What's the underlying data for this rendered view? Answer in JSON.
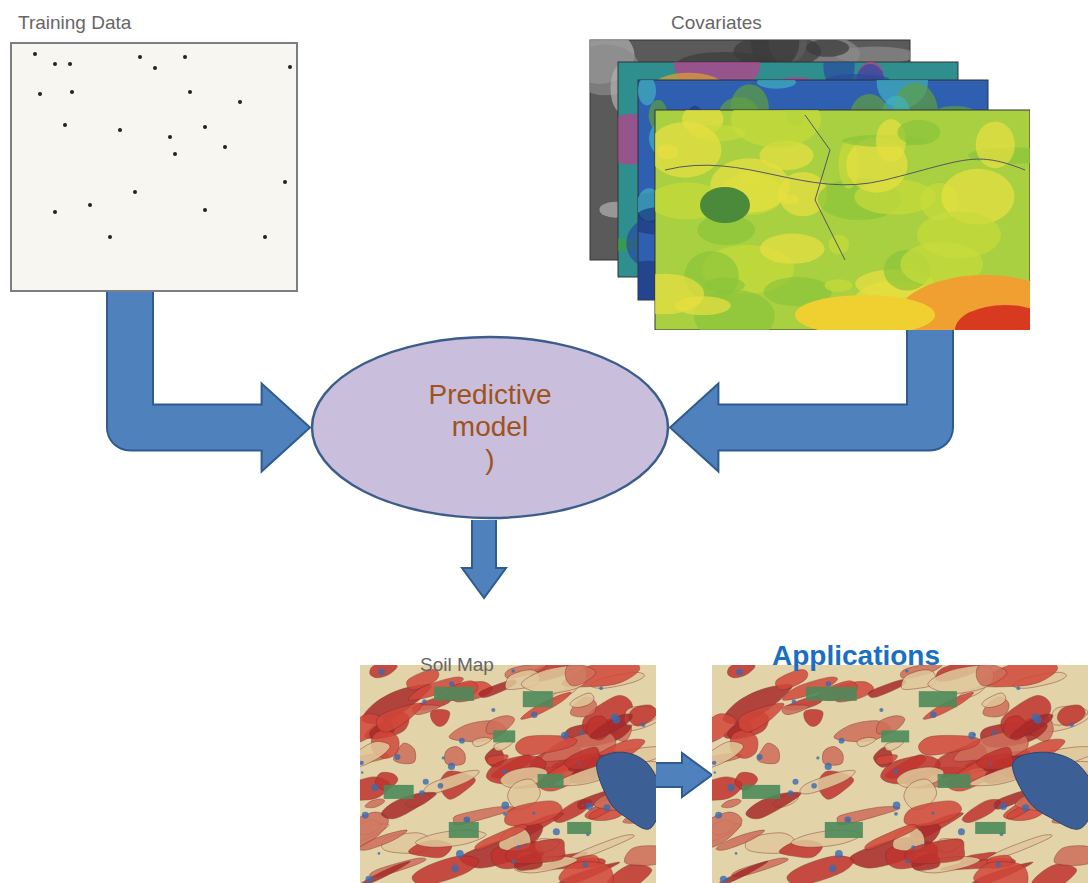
{
  "diagram": {
    "nodes": [
      {
        "text": [
          "Training Data"
        ]
      },
      {
        "text": [
          "Covariates"
        ]
      },
      {
        "text": [
          "Predictive model",
          ")"
        ]
      },
      {
        "text": [
          "Soil Map"
        ]
      },
      {
        "text": [
          "Applications"
        ]
      }
    ],
    "edges": [
      {
        "from": 0,
        "to": 2,
        "arrow": "to"
      },
      {
        "from": 1,
        "to": 2,
        "arrow": "to"
      },
      {
        "from": 2,
        "to": 3,
        "arrow": "to"
      },
      {
        "from": 3,
        "to": 4,
        "arrow": "to"
      }
    ]
  }
}
